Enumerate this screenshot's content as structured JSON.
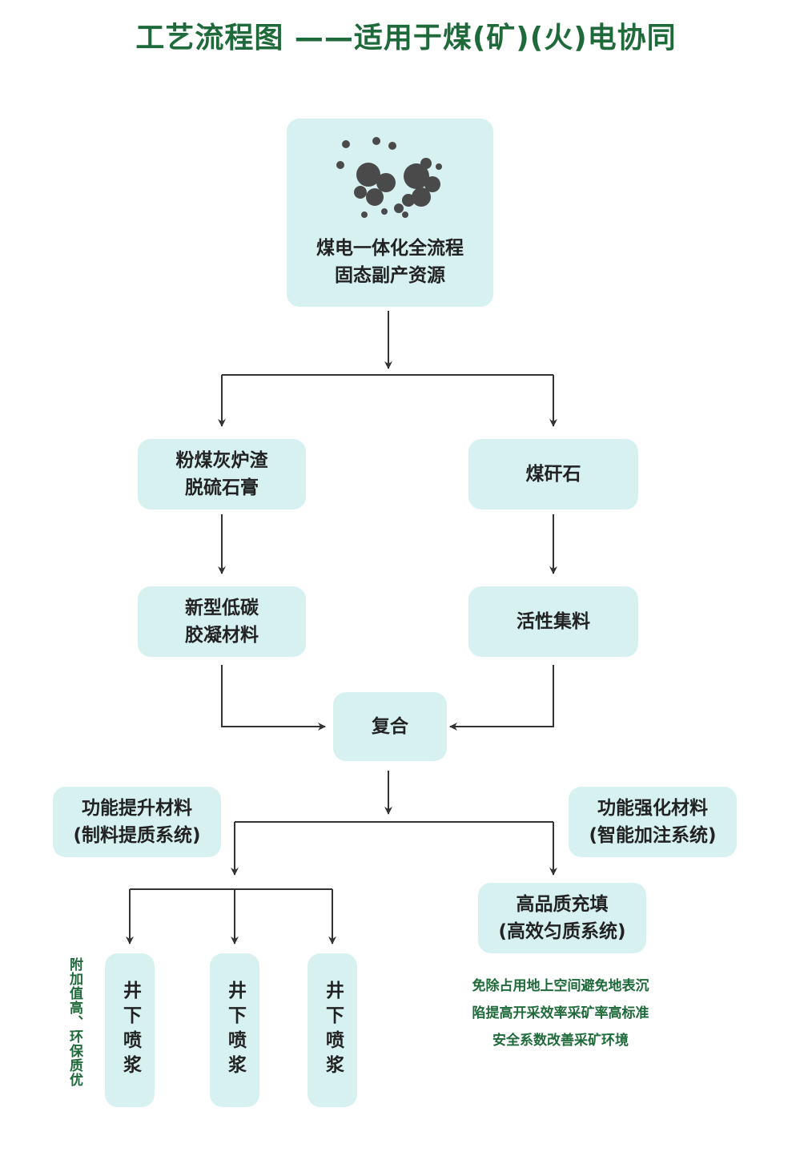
{
  "title": "工艺流程图 ——适用于煤(矿)(火)电协同",
  "source": {
    "line1": "煤电一体化全流程",
    "line2": "固态副产资源"
  },
  "branch_left": {
    "line1": "粉煤灰炉渣",
    "line2": "脱硫石膏"
  },
  "branch_right": {
    "label": "煤矸石"
  },
  "product_left": {
    "line1": "新型低碳",
    "line2": "胶凝材料"
  },
  "product_right": {
    "label": "活性集料"
  },
  "combine": {
    "label": "复合"
  },
  "func_upgrade": {
    "line1": "功能提升材料",
    "line2": "(制料提质系统)"
  },
  "func_strengthen": {
    "line1": "功能强化材料",
    "line2": "(智能加注系统)"
  },
  "grouting": [
    "井下喷浆",
    "井下喷浆",
    "井下喷浆"
  ],
  "side_note": "附加值高、环保质优",
  "backfill": {
    "line1": "高品质充填",
    "line2": "(高效匀质系统)"
  },
  "benefits": [
    "免除占用地上空间避免地表沉",
    "陷提高开采效率采矿率高标准",
    "安全系数改善采矿环境"
  ],
  "icon": "coal-particles-icon",
  "colors": {
    "title": "#1f6a3a",
    "node_fill": "#d7f1f1",
    "arrow": "#333333"
  }
}
